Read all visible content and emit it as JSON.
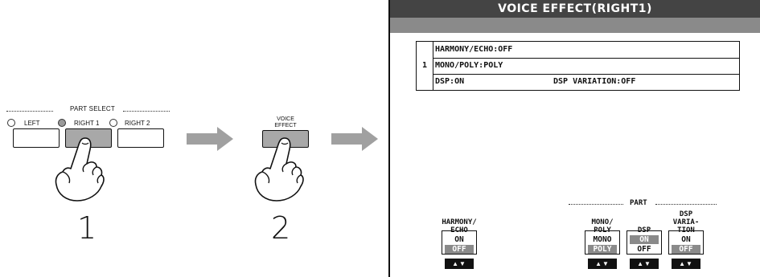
{
  "panel": {
    "part_select_label": "PART SELECT",
    "buttons": [
      {
        "label": "LEFT",
        "lit": false
      },
      {
        "label": "RIGHT 1",
        "lit": true
      },
      {
        "label": "RIGHT 2",
        "lit": false
      }
    ],
    "voice_effect_label_line1": "VOICE",
    "voice_effect_label_line2": "EFFECT",
    "step1": "1",
    "step2": "2"
  },
  "screen": {
    "title": "VOICE EFFECT(RIGHT1)",
    "part_number": "1",
    "rows": {
      "harmony": "HARMONY/ECHO:OFF",
      "mono_poly": "MONO/POLY:POLY",
      "dsp": "DSP:ON",
      "dsp_variation": "DSP VARIATION:OFF"
    },
    "part_group_label": "PART",
    "params": {
      "harmony": {
        "label_line1": "HARMONY/",
        "label_line2": "ECHO",
        "opt1": "ON",
        "opt2": "OFF",
        "selected": "OFF"
      },
      "mono_poly": {
        "label_line1": "MONO/",
        "label_line2": "POLY",
        "opt1": "MONO",
        "opt2": "POLY",
        "selected": "POLY"
      },
      "dsp": {
        "label_line1": "DSP",
        "opt1": "ON",
        "opt2": "OFF",
        "selected": "ON"
      },
      "dsp_variation": {
        "label_line1": "DSP",
        "label_line2": "VARIA-",
        "label_line3": "TION",
        "opt1": "ON",
        "opt2": "OFF",
        "selected": "OFF"
      }
    },
    "updown_glyph": "▲▼"
  },
  "colors": {
    "title_bar": "#444444",
    "sub_bar": "#8a8a8a",
    "button_active": "#a8a8a8",
    "arrow": "#a0a0a0"
  }
}
